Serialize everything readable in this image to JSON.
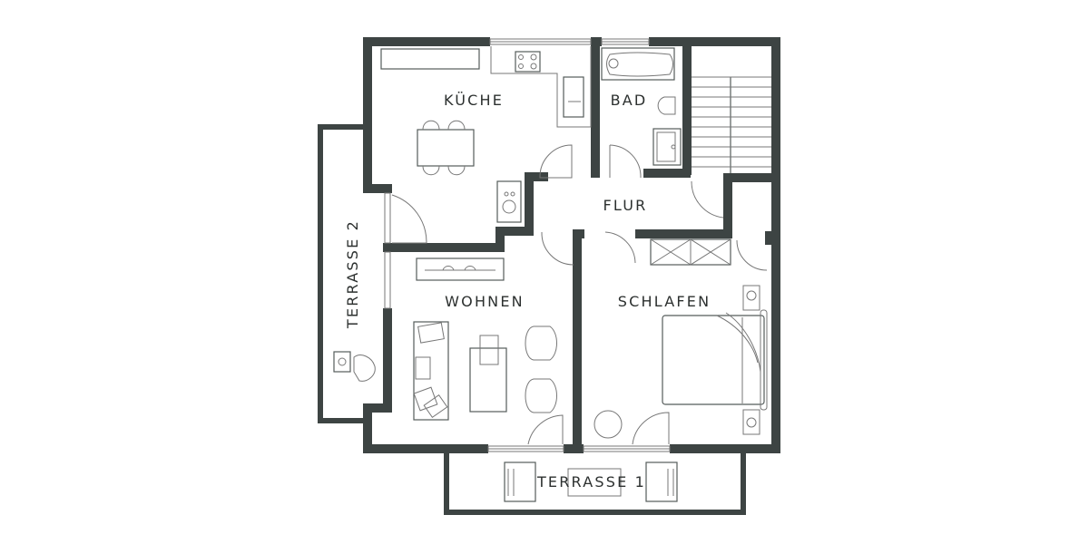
{
  "floor_plan": {
    "wall_color": "#3d4443",
    "background_color": "#ffffff",
    "rooms": [
      {
        "id": "kueche",
        "label": "KÜCHE",
        "furniture": [
          "kitchen-counter",
          "stove",
          "sink",
          "dining-table",
          "chairs",
          "side-counter",
          "washing-machine"
        ]
      },
      {
        "id": "bad",
        "label": "BAD",
        "furniture": [
          "bathtub",
          "toilet",
          "washbasin"
        ]
      },
      {
        "id": "flur",
        "label": "FLUR",
        "furniture": [
          "wardrobe"
        ]
      },
      {
        "id": "wohnen",
        "label": "WOHNEN",
        "furniture": [
          "tv-sideboard",
          "sofa",
          "rug",
          "armchairs"
        ]
      },
      {
        "id": "schlafen",
        "label": "SCHLAFEN",
        "furniture": [
          "double-bed",
          "nightstands",
          "armchair"
        ]
      },
      {
        "id": "terrasse1",
        "label": "TERRASSE 1",
        "furniture": [
          "lounge-chairs",
          "table"
        ]
      },
      {
        "id": "terrasse2",
        "label": "TERRASSE 2",
        "furniture": [
          "lounge-chair",
          "side-table"
        ]
      },
      {
        "id": "treppe",
        "label": "",
        "furniture": [
          "staircase"
        ]
      }
    ]
  }
}
